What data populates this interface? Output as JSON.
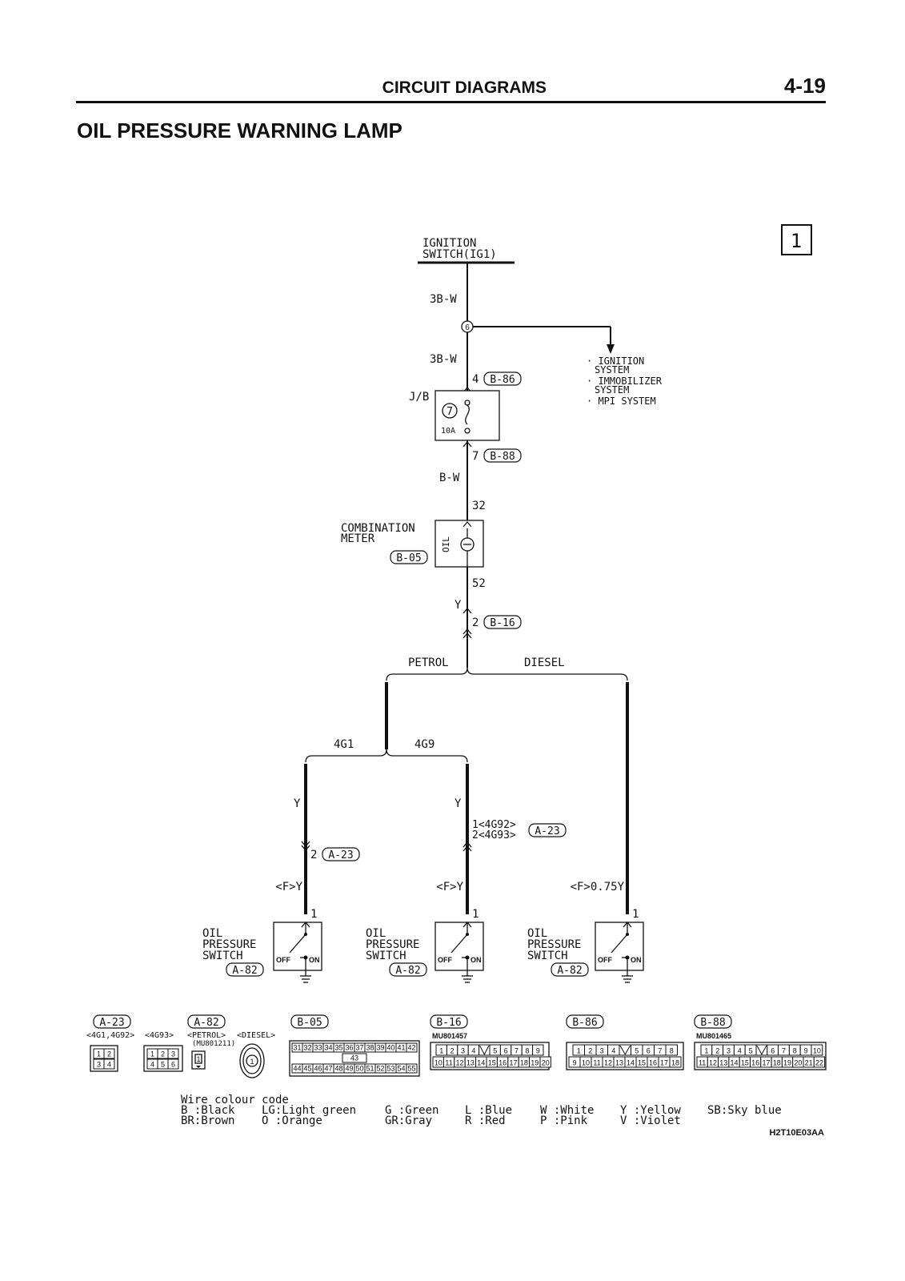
{
  "header": {
    "section": "CIRCUIT DIAGRAMS",
    "page_number": "4-19",
    "title": "OIL PRESSURE WARNING LAMP",
    "diagram_number": "1"
  },
  "ignition": {
    "label_line1": "IGNITION",
    "label_line2": "SWITCH(IG1)"
  },
  "wires": {
    "w1": "3B-W",
    "w2": "3B-W",
    "w3": "B-W",
    "w4": "Y",
    "y_left": "Y",
    "y_mid": "Y",
    "f_left": "<F>Y",
    "f_mid": "<F>Y",
    "f_right": "<F>0.75Y"
  },
  "junction": {
    "node": "6"
  },
  "destinations": [
    {
      "line1": "· IGNITION",
      "line2": "SYSTEM"
    },
    {
      "line1": "· IMMOBILIZER",
      "line2": "SYSTEM"
    },
    {
      "line1": "· MPI SYSTEM",
      "line2": ""
    }
  ],
  "jb": {
    "label": "J/B",
    "fuse_number": "7",
    "fuse_rating": "10A"
  },
  "pins": {
    "b86": "4",
    "b88": "7",
    "meter_in": "32",
    "meter_out": "52",
    "b16": "2",
    "a23_left": "2",
    "a23_mid_line1": "1<4G92>",
    "a23_mid_line2": "2<4G93>",
    "sw_left": "1",
    "sw_mid": "1",
    "sw_right": "1"
  },
  "connectors": {
    "b86": "B-86",
    "b88": "B-88",
    "b05": "B-05",
    "b16": "B-16",
    "a23": "A-23",
    "a82": "A-82"
  },
  "meter": {
    "label_line1": "COMBINATION",
    "label_line2": "METER",
    "lamp_label": "OIL"
  },
  "branches": {
    "petrol": "PETROL",
    "diesel": "DIESEL",
    "g4g1": "4G1",
    "g4g9": "4G9"
  },
  "switches": [
    {
      "line1": "OIL",
      "line2": "PRESSURE",
      "line3": "SWITCH",
      "off": "OFF",
      "on": "ON"
    },
    {
      "line1": "OIL",
      "line2": "PRESSURE",
      "line3": "SWITCH",
      "off": "OFF",
      "on": "ON"
    },
    {
      "line1": "OIL",
      "line2": "PRESSURE",
      "line3": "SWITCH",
      "off": "OFF",
      "on": "ON"
    }
  ],
  "connector_views": {
    "a23_note1": "<4G1,4G92>",
    "a23_note2": "<4G93>",
    "a23_pins_a": [
      "1",
      "2",
      "3",
      "4"
    ],
    "a23_pins_b": [
      "1",
      "2",
      "3",
      "4",
      "5",
      "6"
    ],
    "a82_note1": "<PETROL>",
    "a82_note2": "<DIESEL>",
    "a82_part": "(MU801211)",
    "a82_petrol_pin": "1",
    "a82_diesel_pin": "1",
    "b05_row1": [
      "31",
      "32",
      "33",
      "34",
      "35",
      "36",
      "37",
      "38",
      "39",
      "40",
      "41",
      "42"
    ],
    "b05_mid": "43",
    "b05_row2": [
      "44",
      "45",
      "46",
      "47",
      "48",
      "49",
      "50",
      "51",
      "52",
      "53",
      "54",
      "55"
    ],
    "b16_part": "MU801457",
    "b16_row1": [
      "1",
      "2",
      "3",
      "4",
      "",
      "5",
      "6",
      "7",
      "8",
      "9"
    ],
    "b16_row2": [
      "10",
      "11",
      "12",
      "13",
      "14",
      "15",
      "16",
      "17",
      "18",
      "19",
      "20"
    ],
    "b86_row1": [
      "1",
      "2",
      "3",
      "4",
      "",
      "5",
      "6",
      "7",
      "8"
    ],
    "b86_row2": [
      "9",
      "10",
      "11",
      "12",
      "13",
      "14",
      "15",
      "16",
      "17",
      "18"
    ],
    "b88_part": "MU801465",
    "b88_row1": [
      "1",
      "2",
      "3",
      "4",
      "5",
      "",
      "6",
      "7",
      "8",
      "9",
      "10"
    ],
    "b88_row2": [
      "11",
      "12",
      "13",
      "14",
      "15",
      "16",
      "17",
      "18",
      "19",
      "20",
      "21",
      "22"
    ]
  },
  "legend": {
    "title": "Wire colour code",
    "row1": [
      "B :Black",
      "LG:Light green",
      "G :Green",
      "L :Blue",
      "W :White",
      "Y :Yellow",
      "SB:Sky blue"
    ],
    "row2": [
      "BR:Brown",
      "O :Orange",
      "GR:Gray",
      "R :Red",
      "P :Pink",
      "V :Violet"
    ]
  },
  "figure_code": "H2T10E03AA"
}
